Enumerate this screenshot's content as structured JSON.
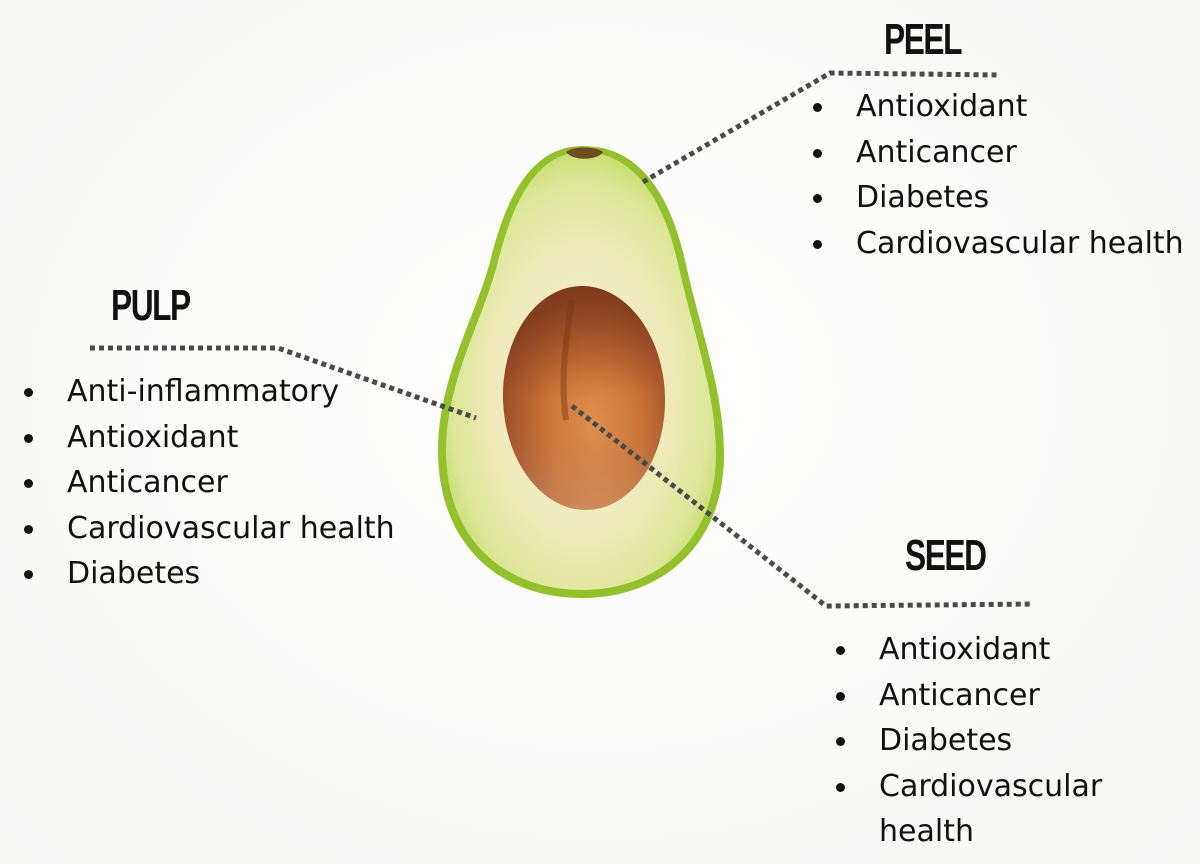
{
  "figure": {
    "subject": "Avocado cross-section",
    "line_color": "#4a4a4a",
    "text_color": "#111111",
    "colors": {
      "peel": "#8fbf2a",
      "pulp_edge": "#cfe07a",
      "pulp_center": "#f3efc6",
      "seed_light": "#d17a3c",
      "seed_dark": "#8a3f1c"
    }
  },
  "sections": {
    "peel": {
      "title": "PEEL",
      "items": [
        "Antioxidant",
        "Anticancer",
        "Diabetes",
        "Cardiovascular health"
      ]
    },
    "pulp": {
      "title": "PULP",
      "items": [
        "Anti-inflammatory",
        "Antioxidant",
        "Anticancer",
        "Cardiovascular health",
        "Diabetes"
      ]
    },
    "seed": {
      "title": "SEED",
      "items": [
        "Antioxidant",
        "Anticancer",
        "Diabetes",
        "Cardiovascular health"
      ]
    }
  }
}
